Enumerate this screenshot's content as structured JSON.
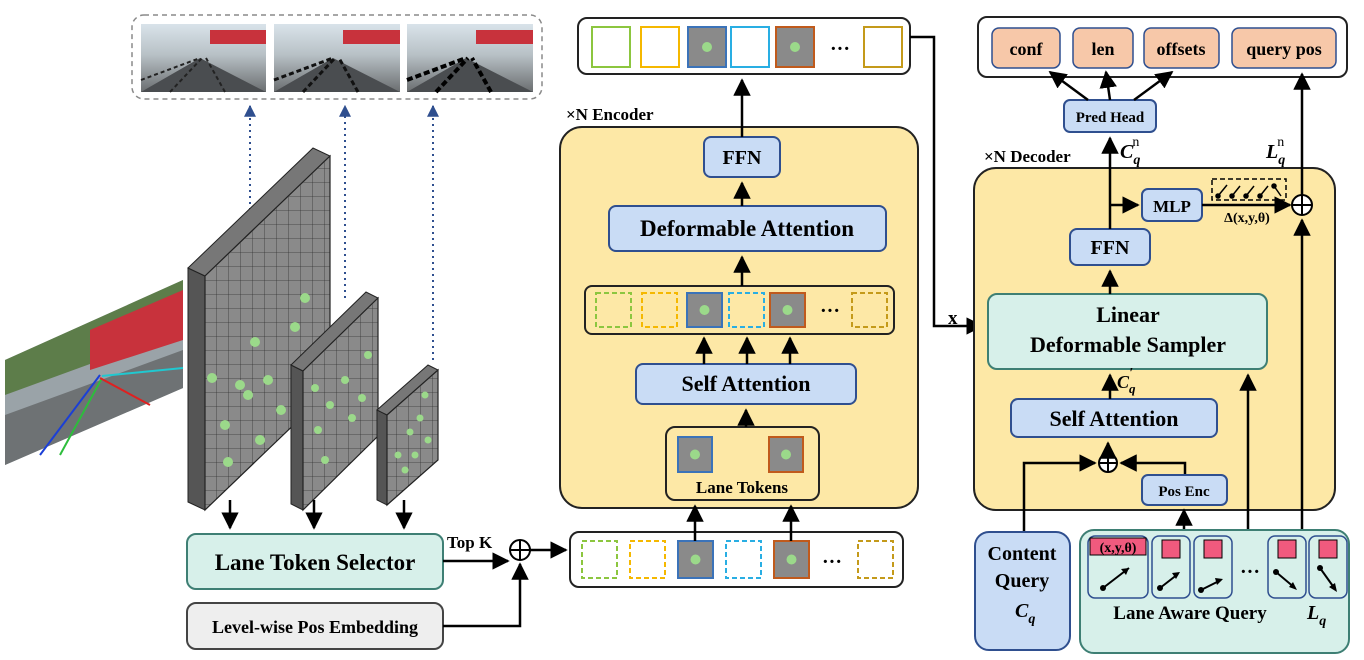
{
  "colors": {
    "panel_bg": "#fde8a6",
    "panel_stroke": "#222222",
    "block_fill": "#c9dcf5",
    "block_stroke": "#2f4f8f",
    "teal_fill": "#d7f0ea",
    "teal_stroke": "#3e7f74",
    "salmon_fill": "#f7c8a9",
    "grey_fill": "#eeeeee",
    "dot_green": "#9bd98a",
    "token_green": "#8cc63f",
    "token_yellow": "#f5b800",
    "token_blue": "#3b73b9",
    "token_cyan": "#29aee3",
    "token_brown": "#c05a1c",
    "token_gold": "#c49a1a",
    "pink": "#f05a7e",
    "dotted_line": "#2f4f8f"
  },
  "left": {
    "token_selector": "Lane Token Selector",
    "pos_embedding": "Level-wise Pos Embedding",
    "topk": "Top K"
  },
  "encoder": {
    "title": "×N  Encoder",
    "ffn": "FFN",
    "deformable_attention": "Deformable Attention",
    "self_attention": "Self  Attention",
    "lane_tokens": "Lane Tokens",
    "ellipsis": "···"
  },
  "decoder": {
    "title": "×N  Decoder",
    "outputs": [
      "conf",
      "len",
      "offsets",
      "query pos"
    ],
    "pred_head": "Pred Head",
    "mlp": "MLP",
    "delta": "Δ(x,y,θ)",
    "ffn": "FFN",
    "sampler_line1": "Linear",
    "sampler_line2": "Deformable  Sampler",
    "self_attention": "Self  Attention",
    "pos_enc": "Pos Enc",
    "x_label": "x",
    "c_q_n": "C",
    "c_q_prime": "C",
    "l_q_n": "L",
    "sub_q": "q",
    "sup_n": "n",
    "sup_prime": "′",
    "content_query_1": "Content",
    "content_query_2": "Query",
    "content_query_sym": "C",
    "lane_aware_query": "Lane Aware Query",
    "lane_aware_sym": "L",
    "xyt": "(x,y,θ)",
    "ellipsis": "···"
  }
}
